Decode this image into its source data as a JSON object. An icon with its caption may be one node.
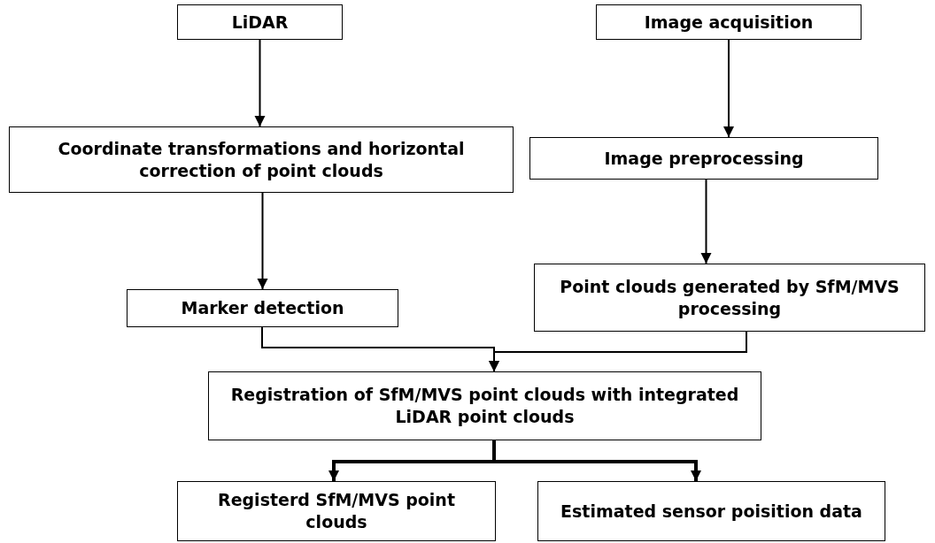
{
  "diagram": {
    "nodes": [
      {
        "text": [
          "LiDAR"
        ]
      },
      {
        "text": [
          "Coordinate transformations and horizontal correction of point clouds"
        ]
      },
      {
        "text": [
          "Marker detection"
        ]
      },
      {
        "text": [
          "Image acquisition"
        ]
      },
      {
        "text": [
          "Image preprocessing"
        ]
      },
      {
        "text": [
          "Point clouds generated by SfM/MVS processing"
        ]
      },
      {
        "text": [
          "Registration of SfM/MVS point clouds with integrated LiDAR point clouds"
        ]
      },
      {
        "text": [
          "Registerd SfM/MVS point clouds"
        ]
      },
      {
        "text": [
          "Estimated sensor poisition data"
        ]
      }
    ],
    "edges": [
      {
        "from": 0,
        "to": 1,
        "arrow": "to"
      },
      {
        "from": 1,
        "to": 2,
        "arrow": "to"
      },
      {
        "from": 3,
        "to": 4,
        "arrow": "to"
      },
      {
        "from": 4,
        "to": 5,
        "arrow": "to"
      },
      {
        "from": 2,
        "to": 6,
        "arrow": "to"
      },
      {
        "from": 5,
        "to": 6,
        "arrow": "to"
      },
      {
        "from": 6,
        "to": 7,
        "arrow": "to",
        "style": "thick"
      },
      {
        "from": 6,
        "to": 8,
        "arrow": "to",
        "style": "thick"
      }
    ]
  }
}
